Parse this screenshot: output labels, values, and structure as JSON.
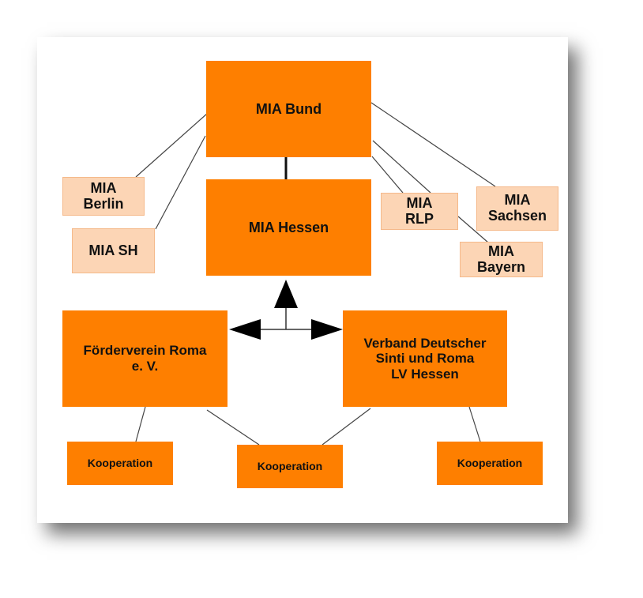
{
  "nodes": {
    "bund": "MIA Bund",
    "hessen": "MIA Hessen",
    "berlin": "MIA\nBerlin",
    "sh": "MIA SH",
    "rlp": "MIA\nRLP",
    "sachsen": "MIA\nSachsen",
    "bayern": "MIA\nBayern",
    "foerderverein": "Förderverein Roma\ne. V.",
    "verband": "Verband Deutscher\nSinti und Roma\nLV Hessen",
    "koop1": "Kooperation",
    "koop2": "Kooperation",
    "koop3": "Kooperation"
  },
  "colors": {
    "main": "#fe7f00",
    "sub": "#fcd5b5"
  }
}
